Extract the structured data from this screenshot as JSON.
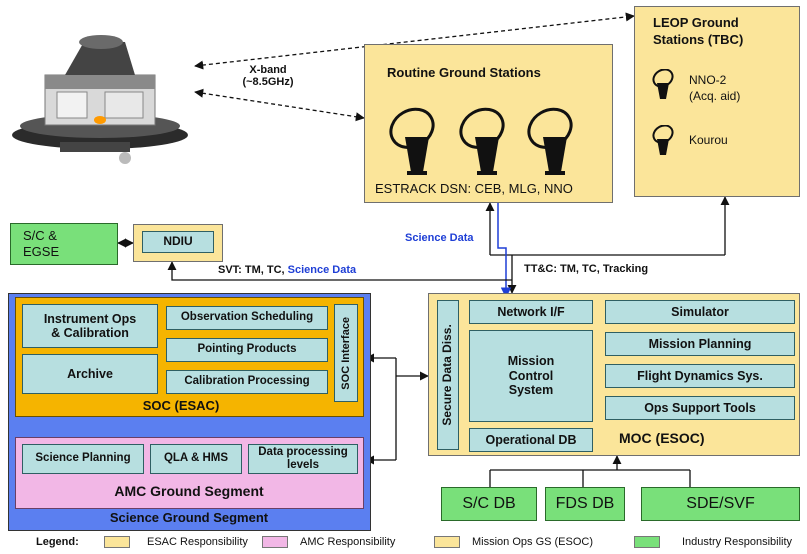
{
  "colors": {
    "esac_yellow": "#f5b400",
    "amc_pink": "#f2b7e6",
    "mission_ops_yellow": "#fbe59a",
    "industry_green": "#79e07a",
    "science_gs_blue": "#5b7ff0",
    "component_teal": "#b7dfe0",
    "science_data_blue": "#1f3fd6"
  },
  "spacecraft": {
    "icon": "spacecraft-image"
  },
  "link": {
    "xband_line1": "X-band",
    "xband_line2": "(~8.5GHz)"
  },
  "routine_gs": {
    "title": "Routine Ground Stations",
    "caption": "ESTRACK DSN: CEB, MLG, NNO",
    "icon": "satellite-dish-icon"
  },
  "leop_gs": {
    "title_line1": "LEOP Ground",
    "title_line2": "Stations (TBC)",
    "station1_line1": "NNO-2",
    "station1_line2": "(Acq. aid)",
    "station2": "Kourou"
  },
  "sc_egse": {
    "line1": "S/C &",
    "line2": "EGSE"
  },
  "ndiu": {
    "label": "NDIU"
  },
  "science_data_label": "Science Data",
  "svt": {
    "prefix": "SVT: TM, TC, ",
    "science": "Science Data"
  },
  "ttc_label": "TT&C: TM, TC, Tracking",
  "sgs": {
    "title": "Science Ground Segment"
  },
  "soc": {
    "title": "SOC (ESAC)",
    "instrument_ops_line1": "Instrument Ops",
    "instrument_ops_line2": "& Calibration",
    "archive": "Archive",
    "observation_scheduling": "Observation Scheduling",
    "pointing_products": "Pointing Products",
    "calibration_processing": "Calibration Processing",
    "interface": "SOC Interface"
  },
  "amc": {
    "title": "AMC Ground Segment",
    "science_planning": "Science Planning",
    "qla_hms": "QLA & HMS",
    "data_processing_line1": "Data processing",
    "data_processing_line2": "levels"
  },
  "moc": {
    "title": "MOC (ESOC)",
    "secure_data": "Secure Data Diss.",
    "network_if": "Network I/F",
    "mcs_line1": "Mission",
    "mcs_line2": "Control",
    "mcs_line3": "System",
    "operational_db": "Operational DB",
    "simulator": "Simulator",
    "mission_planning": "Mission Planning",
    "flight_dynamics": "Flight Dynamics Sys.",
    "ops_support": "Ops Support Tools"
  },
  "industry": {
    "sc_db": "S/C DB",
    "fds_db": "FDS DB",
    "sde_svf": "SDE/SVF"
  },
  "legend": {
    "title": "Legend:",
    "items": [
      {
        "label": "ESAC Responsibility",
        "color": "#fbe59a"
      },
      {
        "label": "AMC Responsibility",
        "color": "#f2b7e6"
      },
      {
        "label": "Mission Ops GS (ESOC)",
        "color": "#fbe59a"
      },
      {
        "label": "Industry Responsibility",
        "color": "#79e07a"
      }
    ]
  }
}
